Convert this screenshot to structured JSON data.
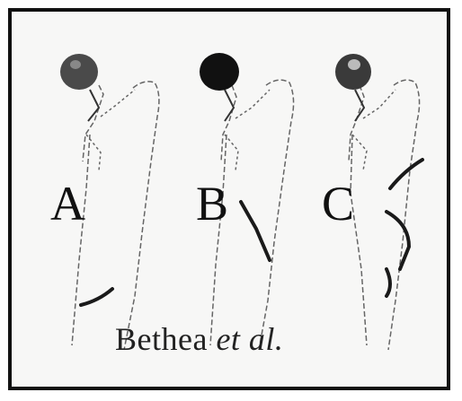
{
  "panels": [
    {
      "label": "A"
    },
    {
      "label": "B"
    },
    {
      "label": "C"
    }
  ],
  "caption": {
    "author": "Bethea",
    "etal": "et al."
  },
  "colors": {
    "frame": "#111111",
    "background": "#f7f7f6",
    "femoral_head_a": "#4a4a4a",
    "femoral_head_b": "#111111",
    "femoral_head_c": "#3a3a3a",
    "fracture_line": "#1a1a1a",
    "bone_outline": "#666666"
  }
}
